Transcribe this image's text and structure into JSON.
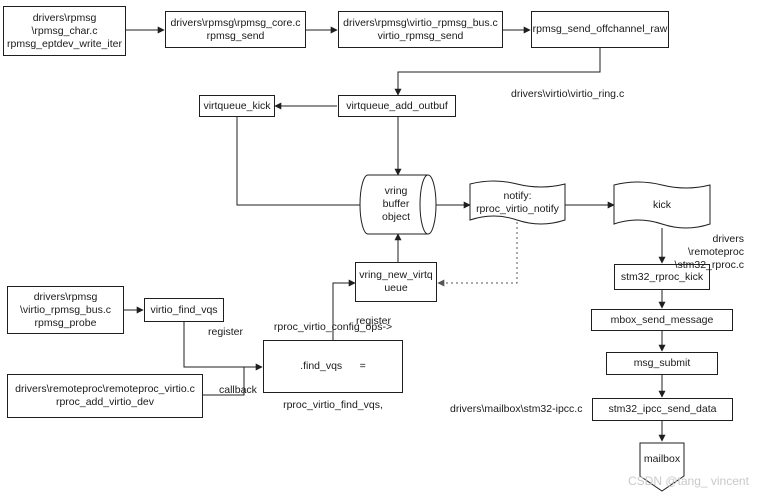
{
  "nodes": {
    "rpmsg_char": [
      "drivers\\rpmsg",
      "\\rpmsg_char.c",
      "rpmsg_eptdev_write_iter"
    ],
    "rpmsg_core": [
      "drivers\\rpmsg\\rpmsg_core.c",
      "rpmsg_send"
    ],
    "virtio_rpmsg_bus_send": [
      "drivers\\rpmsg\\virtio_rpmsg_bus.c",
      "virtio_rpmsg_send"
    ],
    "send_offchannel_raw": [
      "rpmsg_send_offchannel_raw"
    ],
    "virtqueue_kick": [
      "virtqueue_kick"
    ],
    "virtqueue_add_outbuf": [
      "virtqueue_add_outbuf"
    ],
    "vring": [
      "vring",
      "buffer",
      "object"
    ],
    "notify": [
      "notify:",
      "rproc_virtio_notify"
    ],
    "kick": [
      "kick"
    ],
    "vring_new_virtqueue": [
      "vring_new_virtq",
      "ueue"
    ],
    "stm32_rproc_kick": [
      "stm32_rproc_kick"
    ],
    "rpmsg_probe": [
      "drivers\\rpmsg",
      "\\virtio_rpmsg_bus.c",
      "rpmsg_probe"
    ],
    "virtio_find_vqs": [
      "virtio_find_vqs"
    ],
    "config_ops": [
      "rproc_virtio_config_ops->",
      ".find_vqs      =",
      "rproc_virtio_find_vqs,"
    ],
    "remoteproc_virtio": [
      "drivers\\remoteproc\\remoteproc_virtio.c",
      "rproc_add_virtio_dev"
    ],
    "mbox_send_message": [
      "mbox_send_message"
    ],
    "msg_submit": [
      "msg_submit"
    ],
    "stm32_ipcc_send_data": [
      "stm32_ipcc_send_data"
    ],
    "mailbox": [
      "mailbox"
    ]
  },
  "labels": {
    "virtio_ring": "drivers\\virtio\\virtio_ring.c",
    "stm32_rproc": [
      "drivers",
      "\\remoteproc",
      "\\stm32_rproc.c"
    ],
    "register_top": "register",
    "register_left": "register",
    "callback": "callback",
    "stm32_ipcc": "drivers\\mailbox\\stm32-ipcc.c"
  },
  "watermark": "CSDN @tang_ vincent",
  "colors": {
    "line": "#1f1f1f",
    "dotted": "#555555",
    "watermark": "#c9c9c9"
  }
}
